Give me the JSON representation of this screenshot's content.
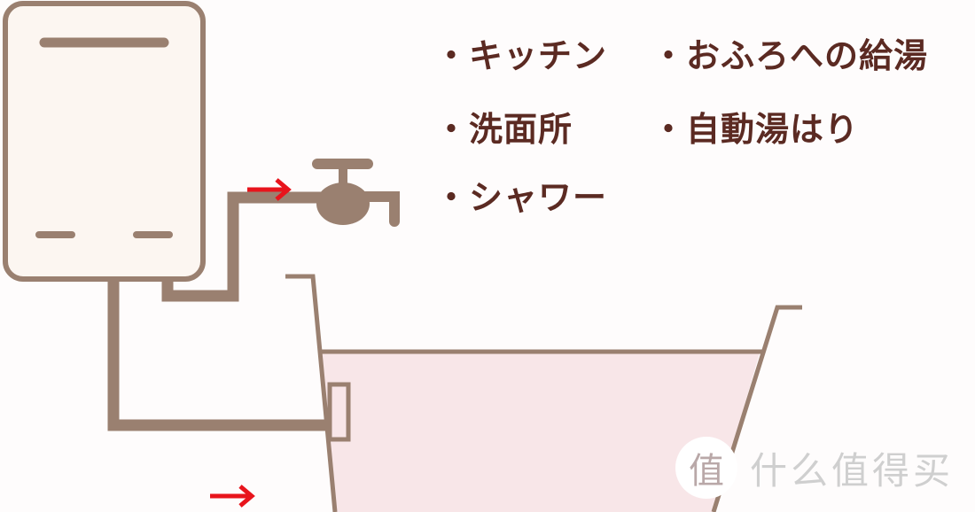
{
  "colors": {
    "outline": "#9a8070",
    "heater_fill": "#fcf6f1",
    "water_fill": "#f8e6e8",
    "arrow": "#e8141c",
    "text": "#5b2a22"
  },
  "labels": {
    "col1": [
      "・キッチン",
      "・洗面所",
      "・シャワー"
    ],
    "col2": [
      "・おふろへの給湯",
      "・自動湯はり"
    ]
  },
  "watermark": {
    "badge": "值",
    "text": "什么值得买"
  }
}
